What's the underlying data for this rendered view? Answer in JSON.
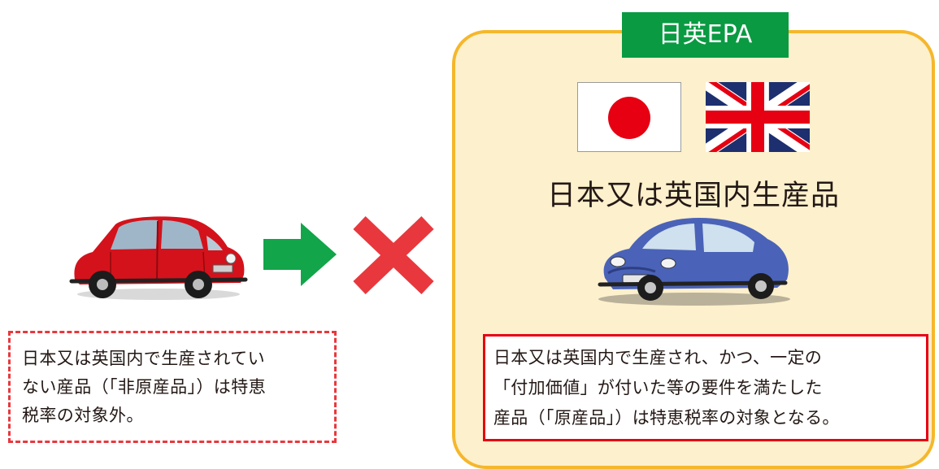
{
  "epa_label": "日英EPA",
  "heading": "日本又は英国内生産品",
  "non_origin_note": {
    "lines": [
      "日本又は英国内で生産されてい",
      "ない産品（「非原産品」）は特恵",
      "税率の対象外。"
    ]
  },
  "origin_note": {
    "lines": [
      "日本又は英国内で生産され、かつ、一定の",
      "「付加価値」が付いた等の要件を満たした",
      "産品（「原産品」）は特恵税率の対象となる。"
    ]
  },
  "icons": {
    "flags": [
      "japan-flag",
      "united-kingdom-flag"
    ],
    "arrow": "arrow-right",
    "cross": "cross-mark",
    "cars": [
      "red-car",
      "blue-car"
    ]
  },
  "colors": {
    "panel_fill": "#fdf0cc",
    "panel_border": "#f5b72b",
    "tab_green": "#0a9a42",
    "arrow_green": "#12a54a",
    "cross_red": "#e8383d",
    "note_red": "#e60012",
    "uk_blue": "#1d2f6e"
  }
}
